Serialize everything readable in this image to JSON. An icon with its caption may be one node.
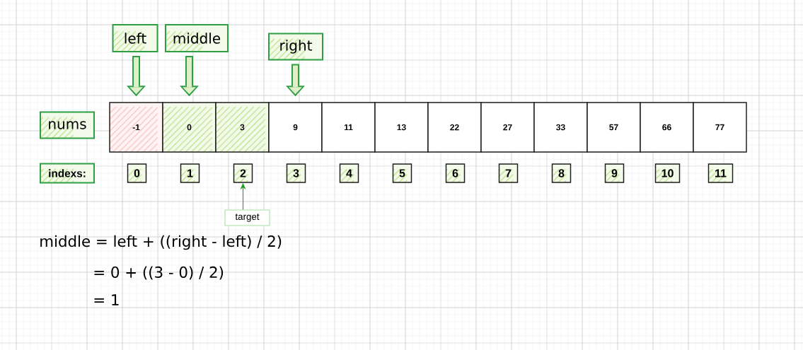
{
  "diagram": {
    "nodes": [
      {
        "text": [
          "left"
        ]
      },
      {
        "text": [
          "middle"
        ]
      },
      {
        "text": [
          "right"
        ]
      },
      {
        "text": [
          "nums"
        ]
      },
      {
        "text": [
          "-1"
        ]
      },
      {
        "text": [
          "0"
        ]
      },
      {
        "text": [
          "3"
        ]
      },
      {
        "text": [
          "9"
        ]
      },
      {
        "text": [
          "11"
        ]
      },
      {
        "text": [
          "13"
        ]
      },
      {
        "text": [
          "22"
        ]
      },
      {
        "text": [
          "27"
        ]
      },
      {
        "text": [
          "33"
        ]
      },
      {
        "text": [
          "57"
        ]
      },
      {
        "text": [
          "66"
        ]
      },
      {
        "text": [
          "77"
        ]
      },
      {
        "text": [
          "indexs:"
        ]
      },
      {
        "text": [
          "0"
        ]
      },
      {
        "text": [
          "1"
        ]
      },
      {
        "text": [
          "2"
        ]
      },
      {
        "text": [
          "3"
        ]
      },
      {
        "text": [
          "4"
        ]
      },
      {
        "text": [
          "5"
        ]
      },
      {
        "text": [
          "6"
        ]
      },
      {
        "text": [
          "7"
        ]
      },
      {
        "text": [
          "8"
        ]
      },
      {
        "text": [
          "9"
        ]
      },
      {
        "text": [
          "10"
        ]
      },
      {
        "text": [
          "11"
        ]
      },
      {
        "text": [
          "target"
        ]
      }
    ],
    "edges": [
      {
        "from": 0,
        "to": 4,
        "arrow": "to"
      },
      {
        "from": 1,
        "to": 5,
        "arrow": "to"
      },
      {
        "from": 2,
        "to": 7,
        "arrow": "to"
      },
      {
        "from": 29,
        "to": 19,
        "arrow": "to",
        "color": "#1f9d1f"
      }
    ],
    "labels": [
      "middle = left + ((right - left) / 2)",
      "= 0 + ((3 - 0) / 2)",
      "= 1"
    ]
  }
}
